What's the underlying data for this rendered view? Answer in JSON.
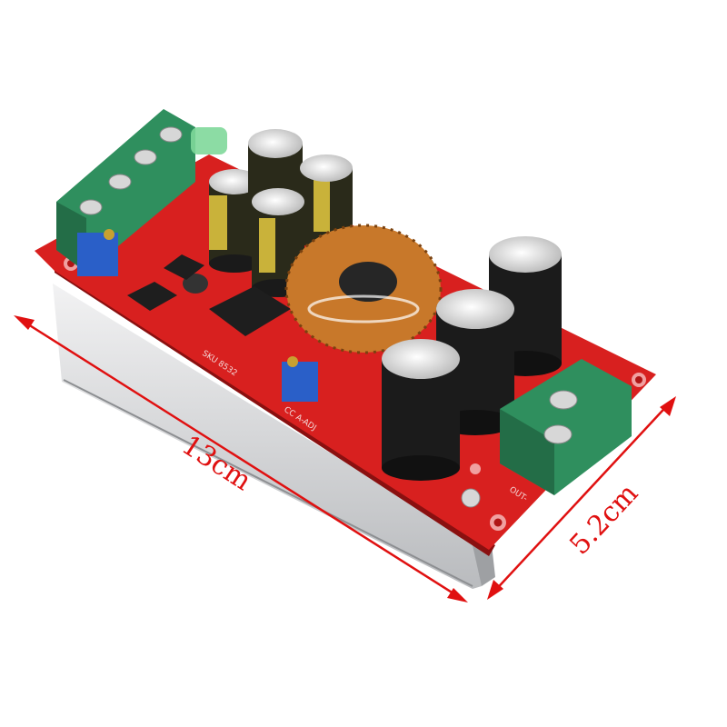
{
  "product_photo": {
    "dimensions": {
      "length_label": "13cm",
      "width_label": "5.2cm"
    },
    "pcb_markings": {
      "sku": "SKU 8532",
      "adjust": "CC A-ADJ",
      "output": "OUT-"
    },
    "colors": {
      "pcb": "#d8201f",
      "terminal": "#2f8f5e",
      "heatsink": "#d9dadc",
      "arrow": "#e01010",
      "coil": "#c8782a",
      "capacitor": "#1b1b1b",
      "trimmer": "#2a5fc8"
    }
  }
}
